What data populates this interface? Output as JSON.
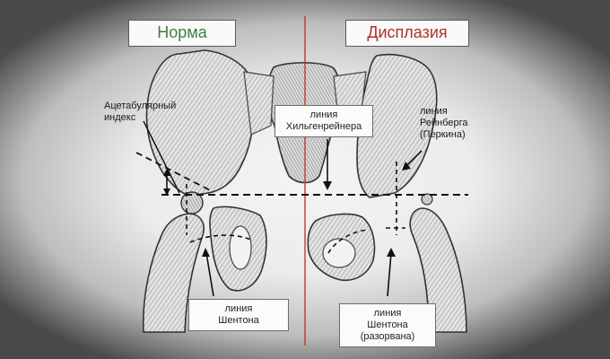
{
  "titles": {
    "left": "Норма",
    "right": "Дисплазия"
  },
  "colors": {
    "normal": "#3f7f3f",
    "dysplasia": "#b0302b",
    "midline": "#c0392b"
  },
  "annotations": {
    "acetabular_index": "Ацетабулярный\nиндекс",
    "hilgenreiner": "линия\nХильгенрейнера",
    "reinberg": "линия\nРейнберга\n(Перкина)",
    "shenton_normal": "линия\nШентона",
    "shenton_broken": "линия\nШентона\n(разорвана)"
  }
}
